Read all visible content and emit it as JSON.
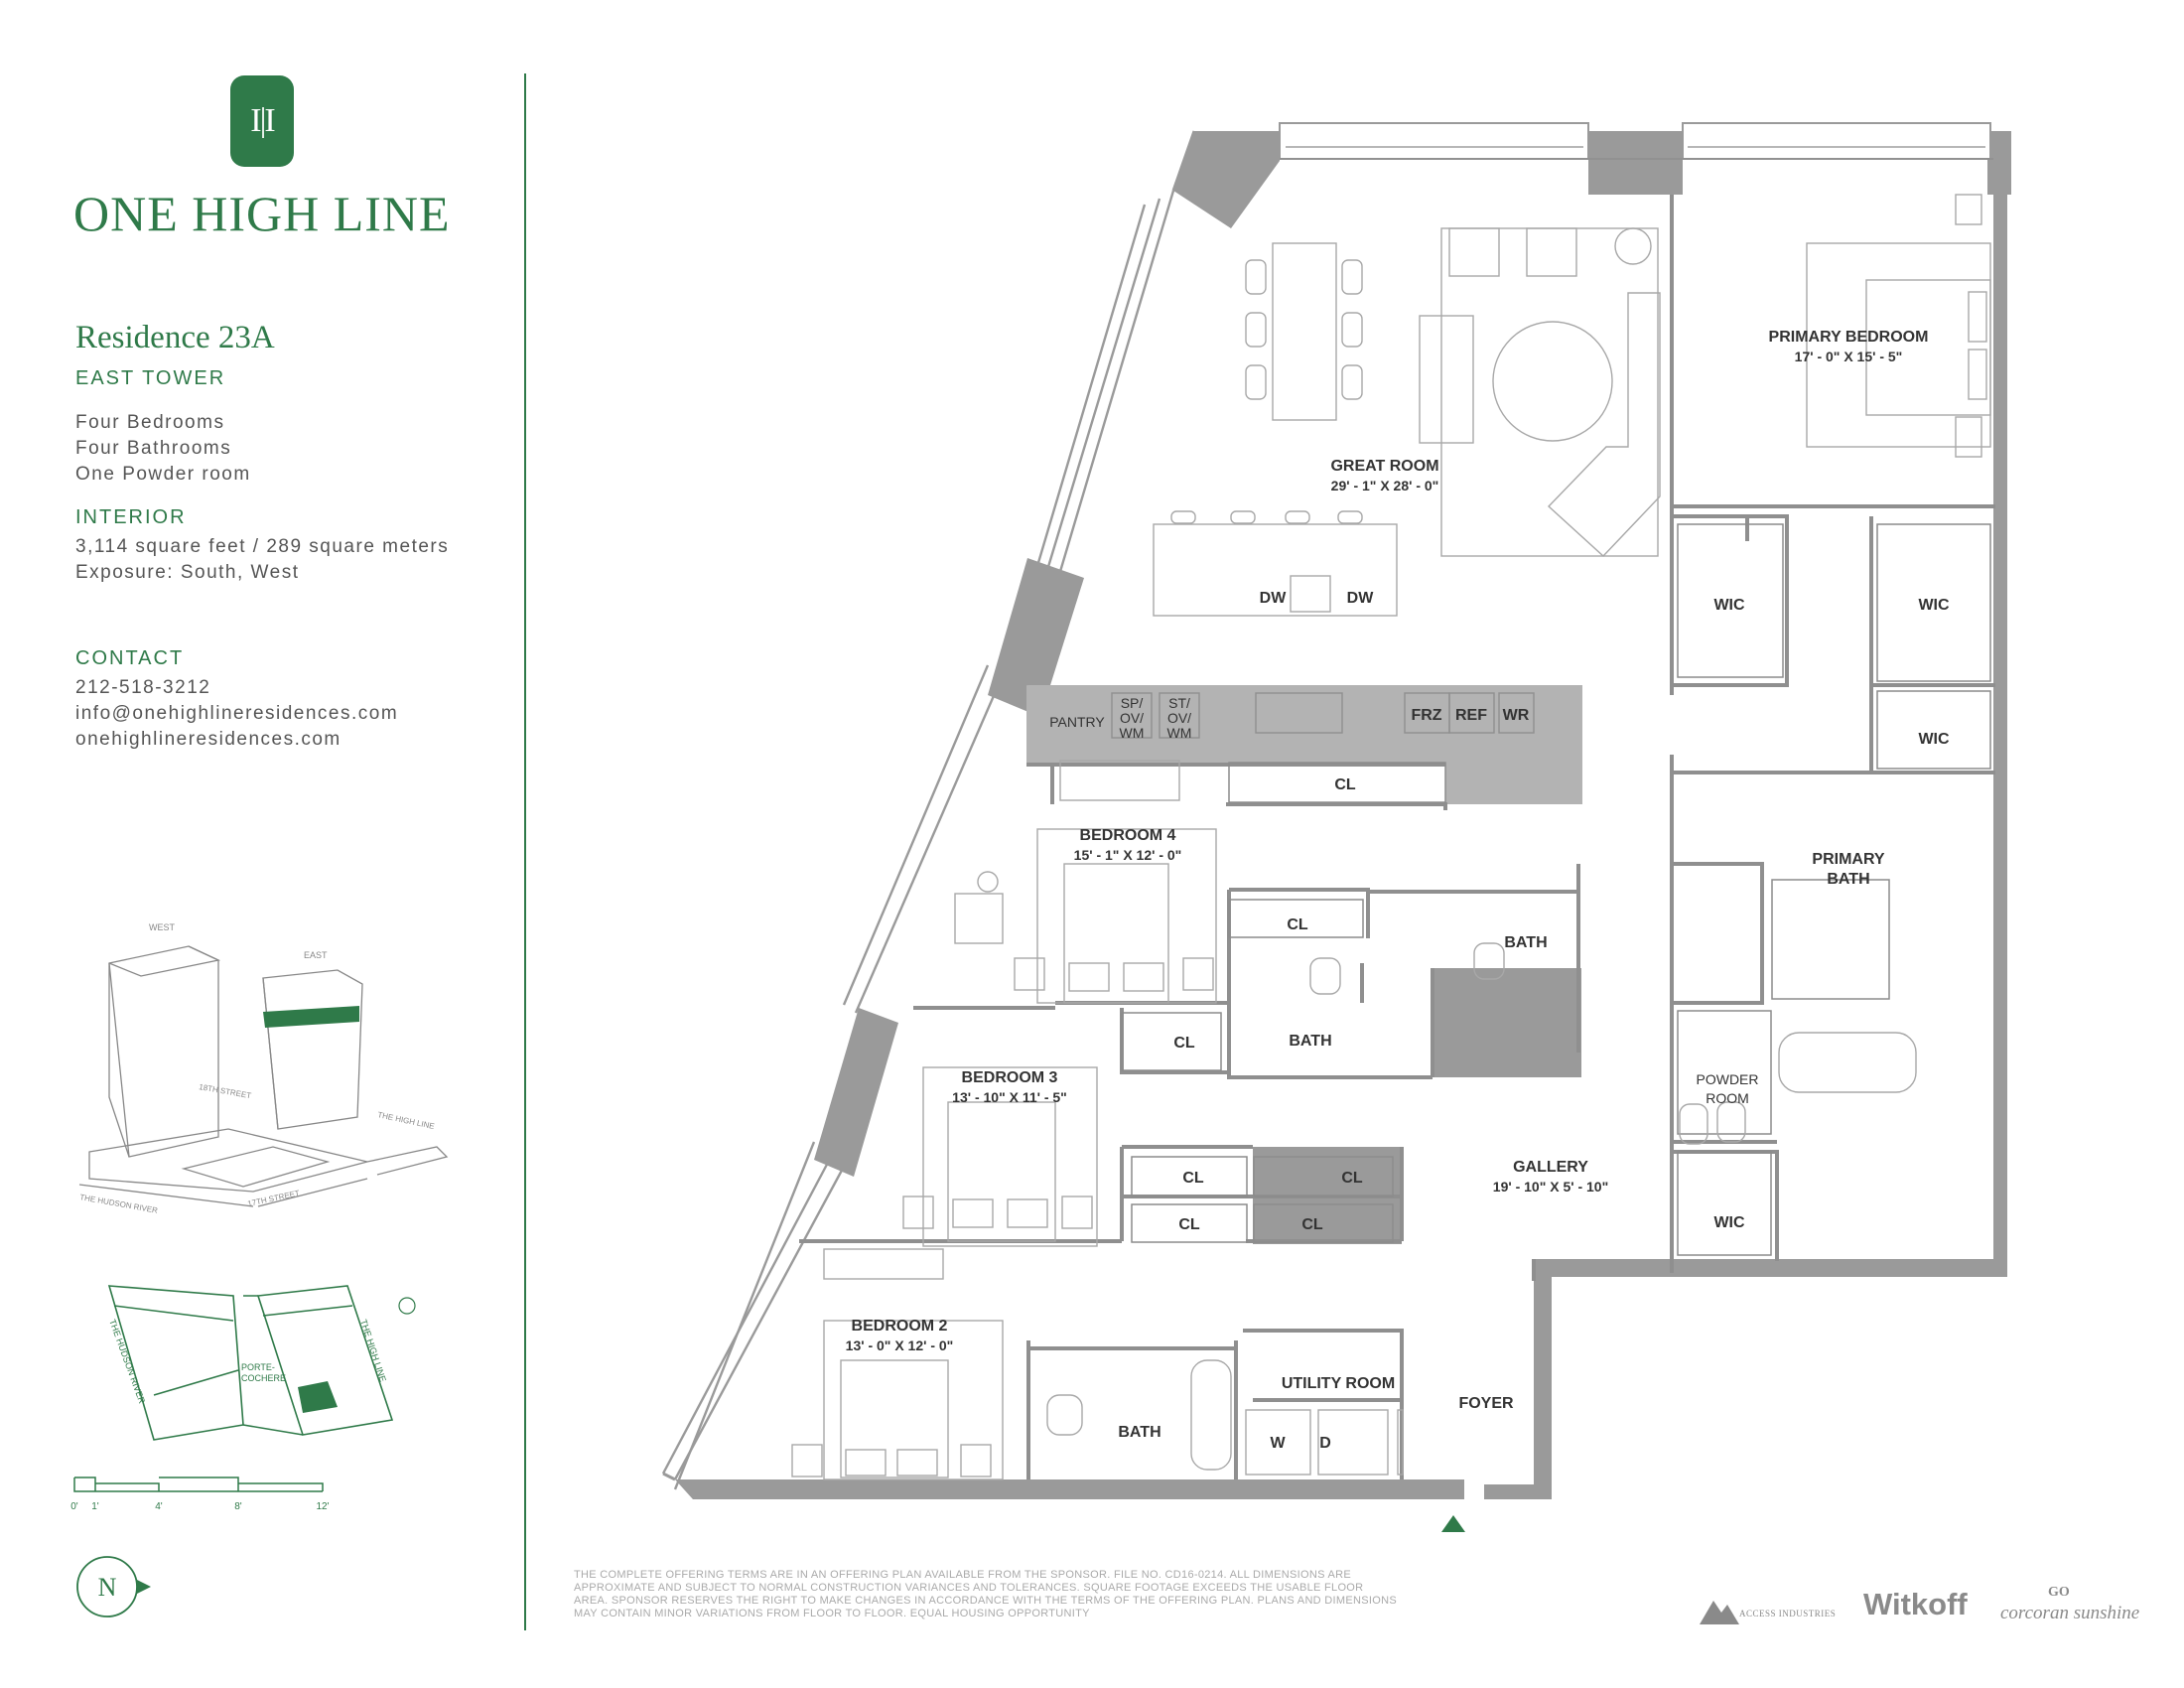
{
  "brand": {
    "logo_glyph": "I|I",
    "name": "ONE HIGH LINE"
  },
  "residence": {
    "title": "Residence 23A",
    "tower": "EAST TOWER",
    "rooms": [
      "Four Bedrooms",
      "Four Bathrooms",
      "One Powder room"
    ],
    "interior_heading": "INTERIOR",
    "area": "3,114 square feet / 289 square meters",
    "exposure": "Exposure: South, West"
  },
  "contact": {
    "heading": "CONTACT",
    "phone": "212-518-3212",
    "email": "info@onehighlineresidences.com",
    "website": "onehighlineresidences.com"
  },
  "axonometric": {
    "west": "WEST",
    "east": "EAST",
    "street_18": "18TH STREET",
    "high_line": "THE HIGH LINE",
    "hudson": "THE HUDSON RIVER",
    "street_17": "17TH STREET"
  },
  "site_plan": {
    "hudson": "THE HUDSON RIVER",
    "porte": "PORTE-",
    "cochere": "COCHERE",
    "high_line": "THE HIGH LINE"
  },
  "scale_bar": {
    "ticks": [
      "0'",
      "1'",
      "4'",
      "8'",
      "12'"
    ]
  },
  "compass": {
    "letter": "N"
  },
  "floor_plan": {
    "great_room": {
      "name": "GREAT ROOM",
      "dims": "29' - 1\" X 28' - 0\""
    },
    "primary_bedroom": {
      "name": "PRIMARY BEDROOM",
      "dims": "17' - 0\" X 15' - 5\""
    },
    "bedroom4": {
      "name": "BEDROOM 4",
      "dims": "15' - 1\" X 12' - 0\""
    },
    "bedroom3": {
      "name": "BEDROOM 3",
      "dims": "13' - 10\" X 11' - 5\""
    },
    "bedroom2": {
      "name": "BEDROOM 2",
      "dims": "13' - 0\" X 12' - 0\""
    },
    "gallery": {
      "name": "GALLERY",
      "dims": "19' - 10\" X 5' - 10\""
    },
    "primary_bath_1": "PRIMARY",
    "primary_bath_2": "BATH",
    "powder_1": "POWDER",
    "powder_2": "ROOM",
    "utility": "UTILITY ROOM",
    "foyer": "FOYER",
    "bath": "BATH",
    "wic": "WIC",
    "cl": "CL",
    "pantry": "PANTRY",
    "dw": "DW",
    "sp": [
      "SP/",
      "OV/",
      "WM"
    ],
    "st": [
      "ST/",
      "OV/",
      "WM"
    ],
    "frz": "FRZ",
    "ref": "REF",
    "wr": "WR",
    "washer": "W",
    "dryer": "D"
  },
  "disclaimer": "THE COMPLETE OFFERING TERMS ARE IN AN OFFERING PLAN AVAILABLE FROM THE SPONSOR. FILE NO. CD16-0214. ALL DIMENSIONS ARE APPROXIMATE AND SUBJECT TO NORMAL CONSTRUCTION VARIANCES AND TOLERANCES. SQUARE FOOTAGE EXCEEDS THE USABLE FLOOR AREA. SPONSOR RESERVES THE RIGHT TO MAKE CHANGES IN ACCORDANCE WITH THE TERMS OF THE OFFERING PLAN. PLANS AND DIMENSIONS MAY CONTAIN MINOR VARIATIONS FROM FLOOR TO FLOOR. EQUAL HOUSING OPPORTUNITY",
  "sponsors": {
    "access": "ACCESS INDUSTRIES",
    "witkoff": "Witkoff",
    "corcoran_mark": "GO",
    "corcoran": "corcoran sunshine"
  },
  "colors": {
    "brand_green": "#2f7a49",
    "wall_gray": "#9a9a9a"
  }
}
